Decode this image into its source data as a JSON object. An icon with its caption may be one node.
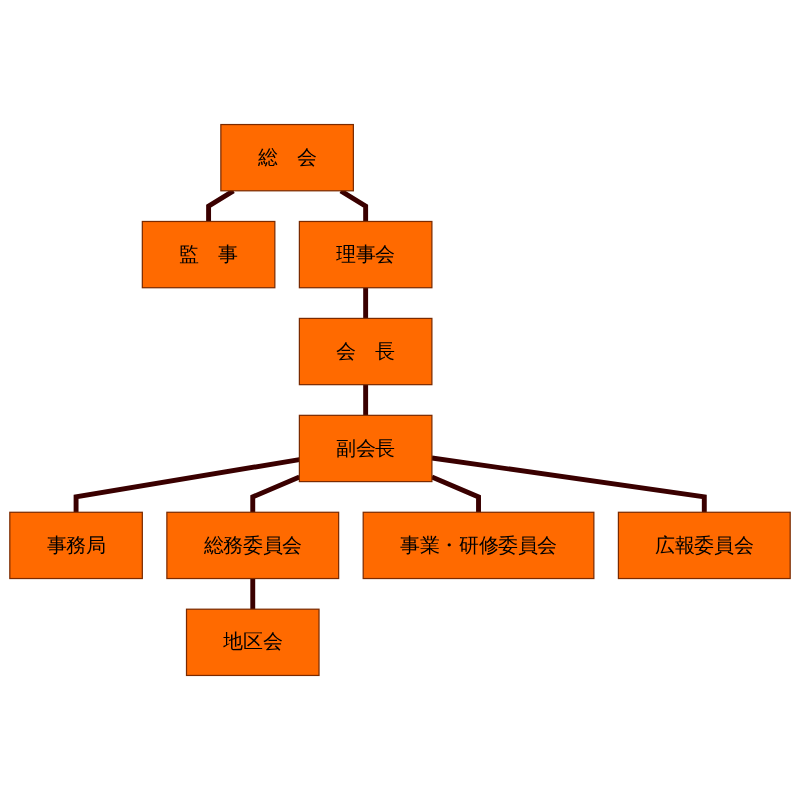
{
  "diagram": {
    "nodes": [
      {
        "text": [
          "総　会"
        ]
      },
      {
        "text": [
          "監　事"
        ]
      },
      {
        "text": [
          "理事会"
        ]
      },
      {
        "text": [
          "会　長"
        ]
      },
      {
        "text": [
          "副会長"
        ]
      },
      {
        "text": [
          "事務局"
        ]
      },
      {
        "text": [
          "総務委員会"
        ]
      },
      {
        "text": [
          "事業・研修委員会"
        ]
      },
      {
        "text": [
          "広報委員会"
        ]
      },
      {
        "text": [
          "地区会"
        ]
      }
    ],
    "edges": [
      {
        "from": 0,
        "to": 2,
        "arrow": "none"
      },
      {
        "from": 0,
        "to": 1,
        "arrow": "none"
      },
      {
        "from": 2,
        "to": 3,
        "arrow": "none"
      },
      {
        "from": 3,
        "to": 4,
        "arrow": "none"
      },
      {
        "from": 4,
        "to": 5,
        "arrow": "none"
      },
      {
        "from": 4,
        "to": 6,
        "arrow": "none"
      },
      {
        "from": 4,
        "to": 7,
        "arrow": "none"
      },
      {
        "from": 4,
        "to": 8,
        "arrow": "none"
      },
      {
        "from": 6,
        "to": 9,
        "arrow": "none"
      }
    ]
  }
}
